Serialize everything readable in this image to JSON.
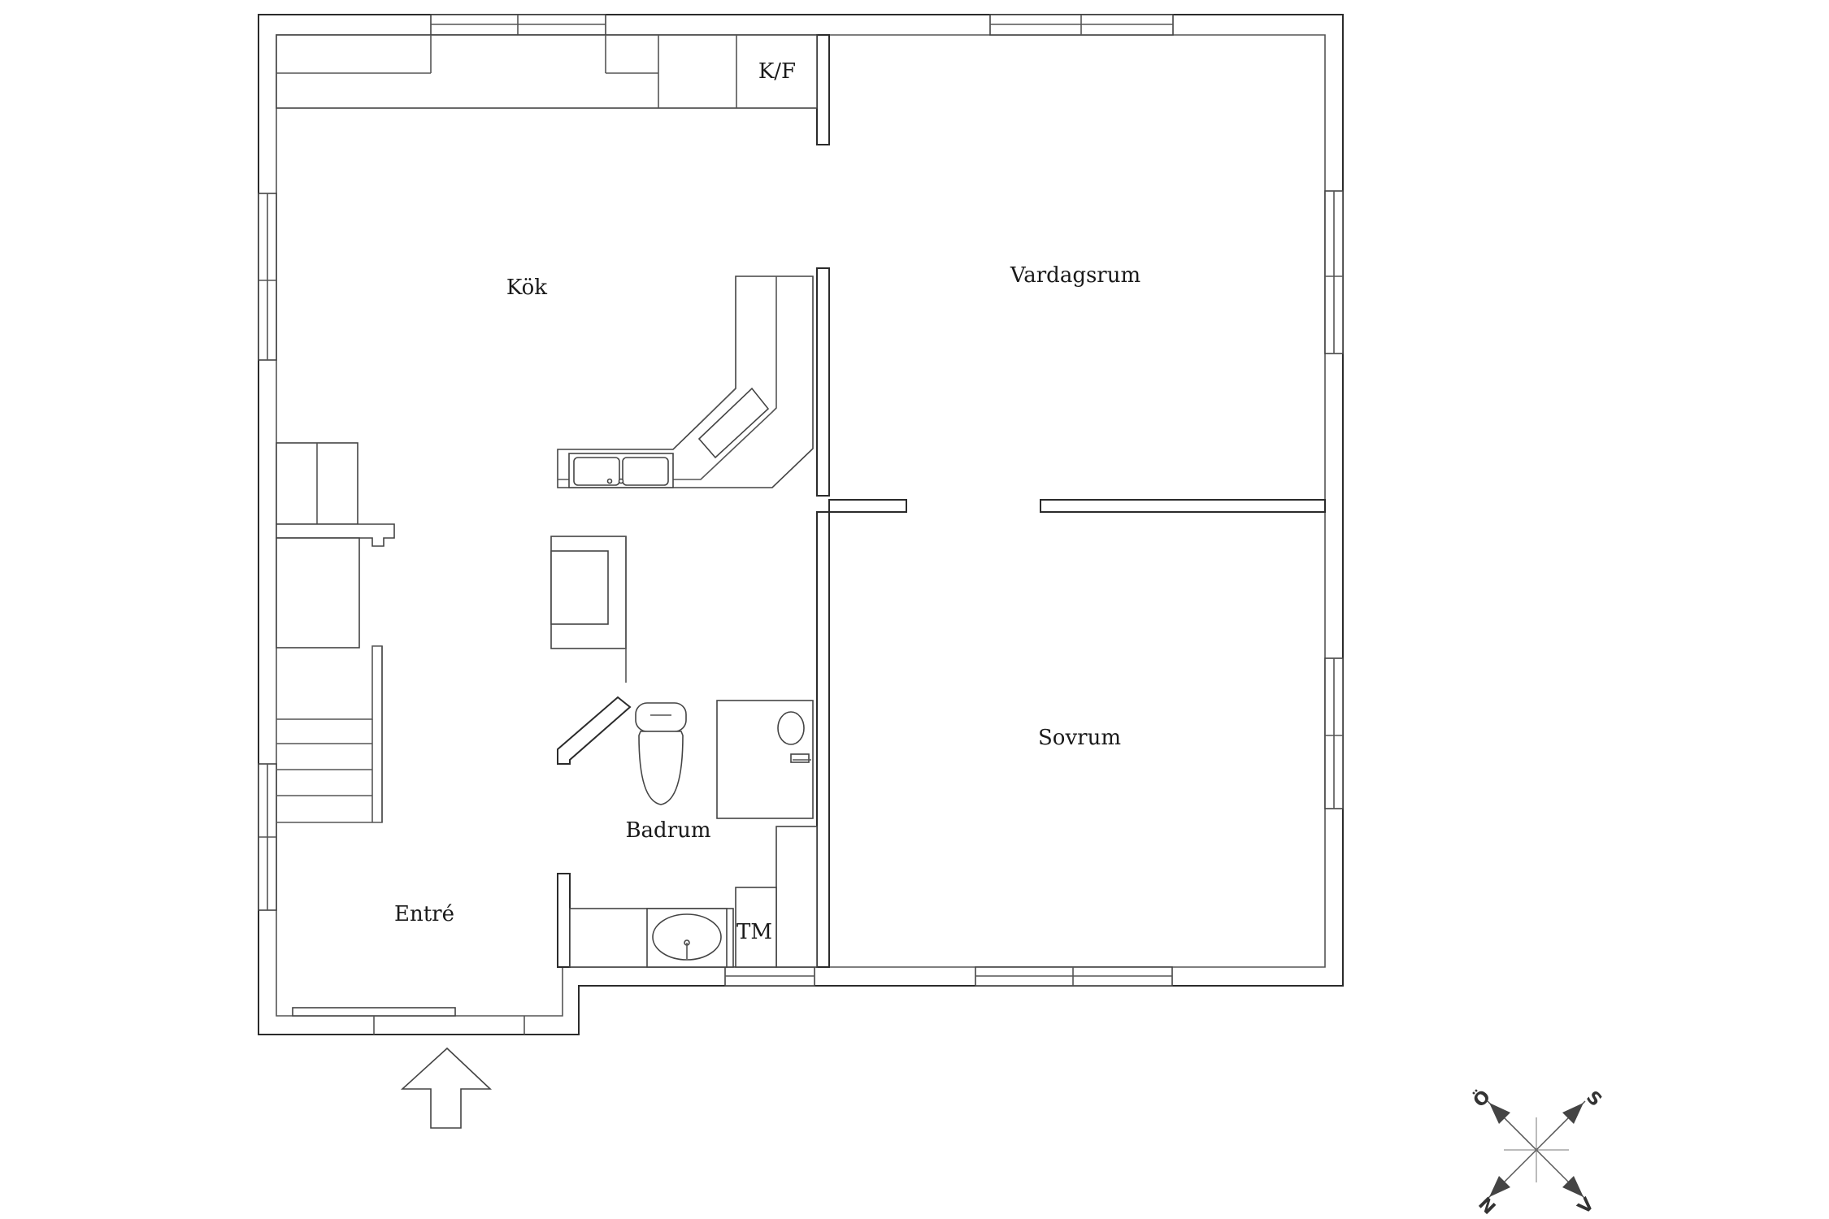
{
  "plan": {
    "rooms": [
      {
        "id": "kok",
        "label": "Kök"
      },
      {
        "id": "vardagsrum",
        "label": "Vardagsrum"
      },
      {
        "id": "sovrum",
        "label": "Sovrum"
      },
      {
        "id": "badrum",
        "label": "Badrum"
      },
      {
        "id": "entre",
        "label": "Entré"
      },
      {
        "id": "kf",
        "label": "K/F"
      },
      {
        "id": "tm",
        "label": "TM"
      }
    ]
  },
  "compass": {
    "northeast": "S",
    "northwest": "Ö",
    "southwest": "N",
    "southeast": "V"
  },
  "colors": {
    "wall": "#2b2b2b",
    "background": "#ffffff"
  }
}
